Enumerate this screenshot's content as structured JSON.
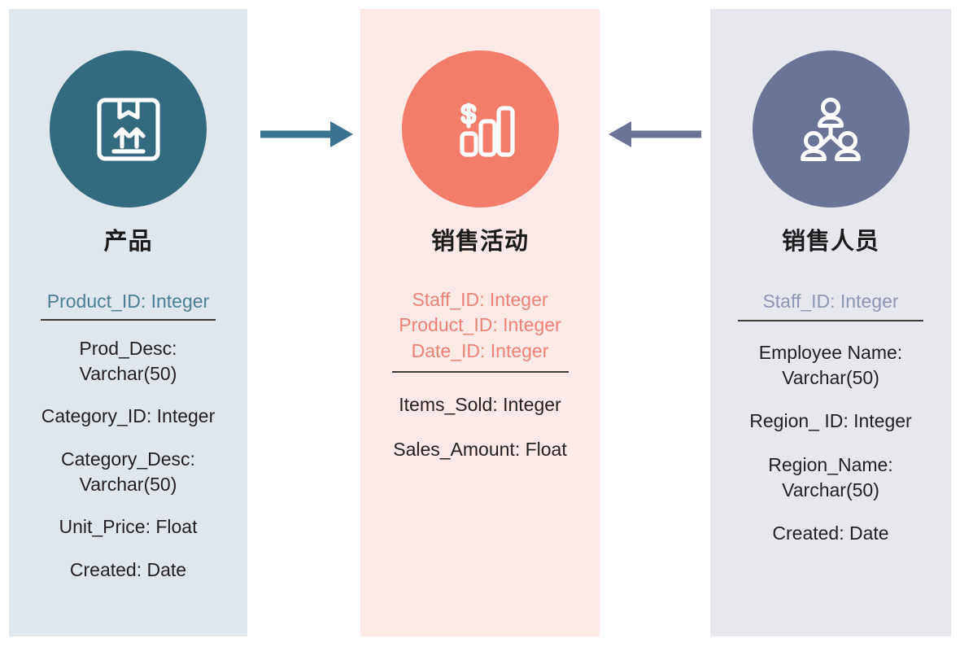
{
  "diagram": {
    "type": "star-schema-entity-relationship",
    "colors": {
      "panel_left_bg": "#e0e7ec",
      "panel_center_bg": "#fde9e6",
      "panel_right_bg": "#e6e8ee",
      "circle_teal": "#346a7f",
      "circle_coral": "#f47c6b",
      "circle_slate": "#6b7497",
      "key_teal": "#4a7f93",
      "key_coral": "#ef8375",
      "key_slate": "#8e96b3",
      "arrow_teal": "#3b7290",
      "arrow_slate": "#6b7497",
      "text_dark": "#231f20",
      "divider": "#3d3a38"
    }
  },
  "entities": {
    "product": {
      "title": "产品",
      "icon": "package-box-icon",
      "circle_color": "#346a7f",
      "keys": [
        "Product_ID: Integer"
      ],
      "attributes": [
        "Prod_Desc:\nVarchar(50)",
        "Category_ID: Integer",
        "Category_Desc:\nVarchar(50)",
        "Unit_Price: Float",
        "Created: Date"
      ]
    },
    "sales": {
      "title": "销售活动",
      "icon": "dollar-bar-chart-icon",
      "circle_color": "#f47c6b",
      "keys": [
        "Staff_ID: Integer",
        "Product_ID: Integer",
        "Date_ID: Integer"
      ],
      "attributes": [
        "Items_Sold: Integer",
        "Sales_Amount: Float"
      ]
    },
    "staff": {
      "title": "销售人员",
      "icon": "people-team-icon",
      "circle_color": "#6b7497",
      "keys": [
        "Staff_ID: Integer"
      ],
      "attributes": [
        "Employee Name:\nVarchar(50)",
        "Region_ ID: Integer",
        "Region_Name:\nVarchar(50)",
        "Created: Date"
      ]
    }
  },
  "connectors": [
    {
      "name": "product-to-sales-arrow",
      "direction": "right",
      "color": "#3b7290",
      "from": "产品",
      "to": "销售活动"
    },
    {
      "name": "staff-to-sales-arrow",
      "direction": "left",
      "color": "#6b7497",
      "from": "销售人员",
      "to": "销售活动"
    }
  ]
}
